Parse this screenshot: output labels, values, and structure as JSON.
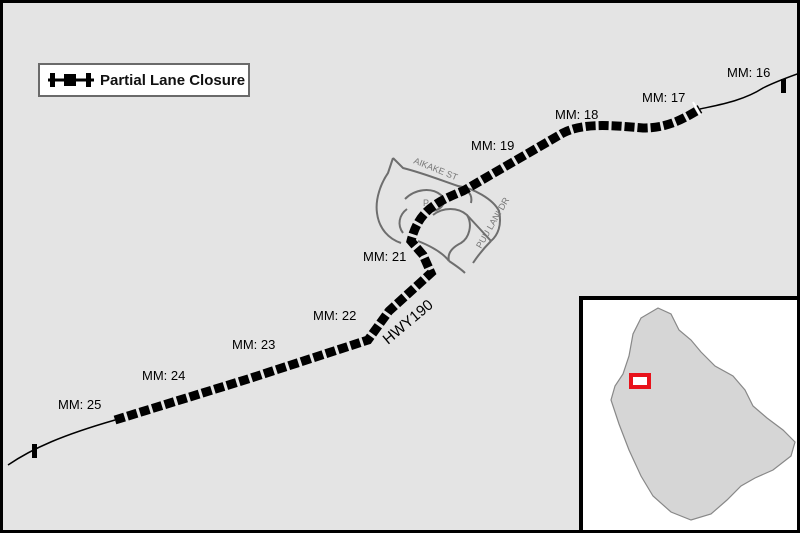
{
  "legend": {
    "label": "Partial Lane Closure",
    "symbol": "dashed-closure-line"
  },
  "highway": {
    "label": "HWY190"
  },
  "mile_markers": [
    "MM: 16",
    "MM: 17",
    "MM: 18",
    "MM: 19",
    "MM: 21",
    "MM: 22",
    "MM: 23",
    "MM: 24",
    "MM: 25"
  ],
  "streets": [
    "AIKAKE ST",
    "PUU LANI DR",
    "P"
  ],
  "colors": {
    "background": "#e4e4e4",
    "closure": "#000000",
    "road": "#000000",
    "local_streets": "#6e6e6e",
    "island": "#d6d6d6",
    "locator": "#e8121b"
  },
  "inset": {
    "description": "island-locator-map"
  }
}
